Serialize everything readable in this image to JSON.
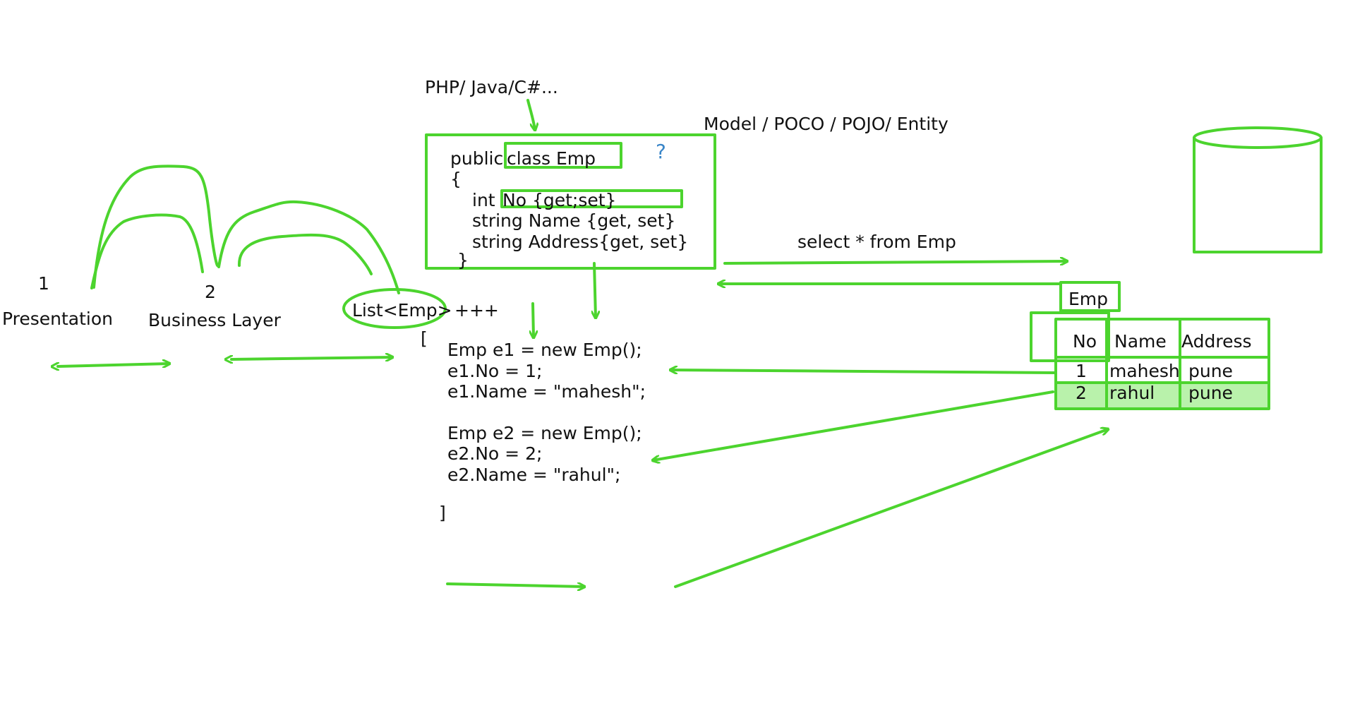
{
  "colors": {
    "ink": "#111111",
    "marker": "#4cd42e",
    "highlight": "#b9f2ab",
    "question": "#3a86c8"
  },
  "labels": {
    "languages": "PHP/ Java/C#...",
    "model": "Model / POCO / POJO/ Entity",
    "query": "select * from Emp",
    "layer1_num": "1",
    "layer1_name": "Presentation",
    "layer2_num": "2",
    "layer2_name": "Business Layer",
    "list": "List<Emp>",
    "plus": "+++",
    "question": "?",
    "open_bracket": "[",
    "close_bracket": "]"
  },
  "class_code": {
    "line1_a": "public",
    "line1_b": "class Emp",
    "line2": "{",
    "line3_a": "int",
    "line3_b": "No {get;set}",
    "line4": "string Name {get, set}",
    "line5": "string Address{get, set}",
    "line6": "}"
  },
  "object_code": {
    "e1_new": "Emp e1 = new Emp();",
    "e1_no": "e1.No = 1;",
    "e1_name": "e1.Name = \"mahesh\";",
    "e2_new": "Emp e2 = new Emp();",
    "e2_no": "e2.No = 2;",
    "e2_name": "e2.Name = \"rahul\";"
  },
  "table": {
    "name": "Emp",
    "headers": [
      "No",
      "Name",
      "Address"
    ],
    "rows": [
      [
        "1",
        "mahesh",
        "pune"
      ],
      [
        "2",
        "rahul",
        "pune"
      ]
    ]
  }
}
